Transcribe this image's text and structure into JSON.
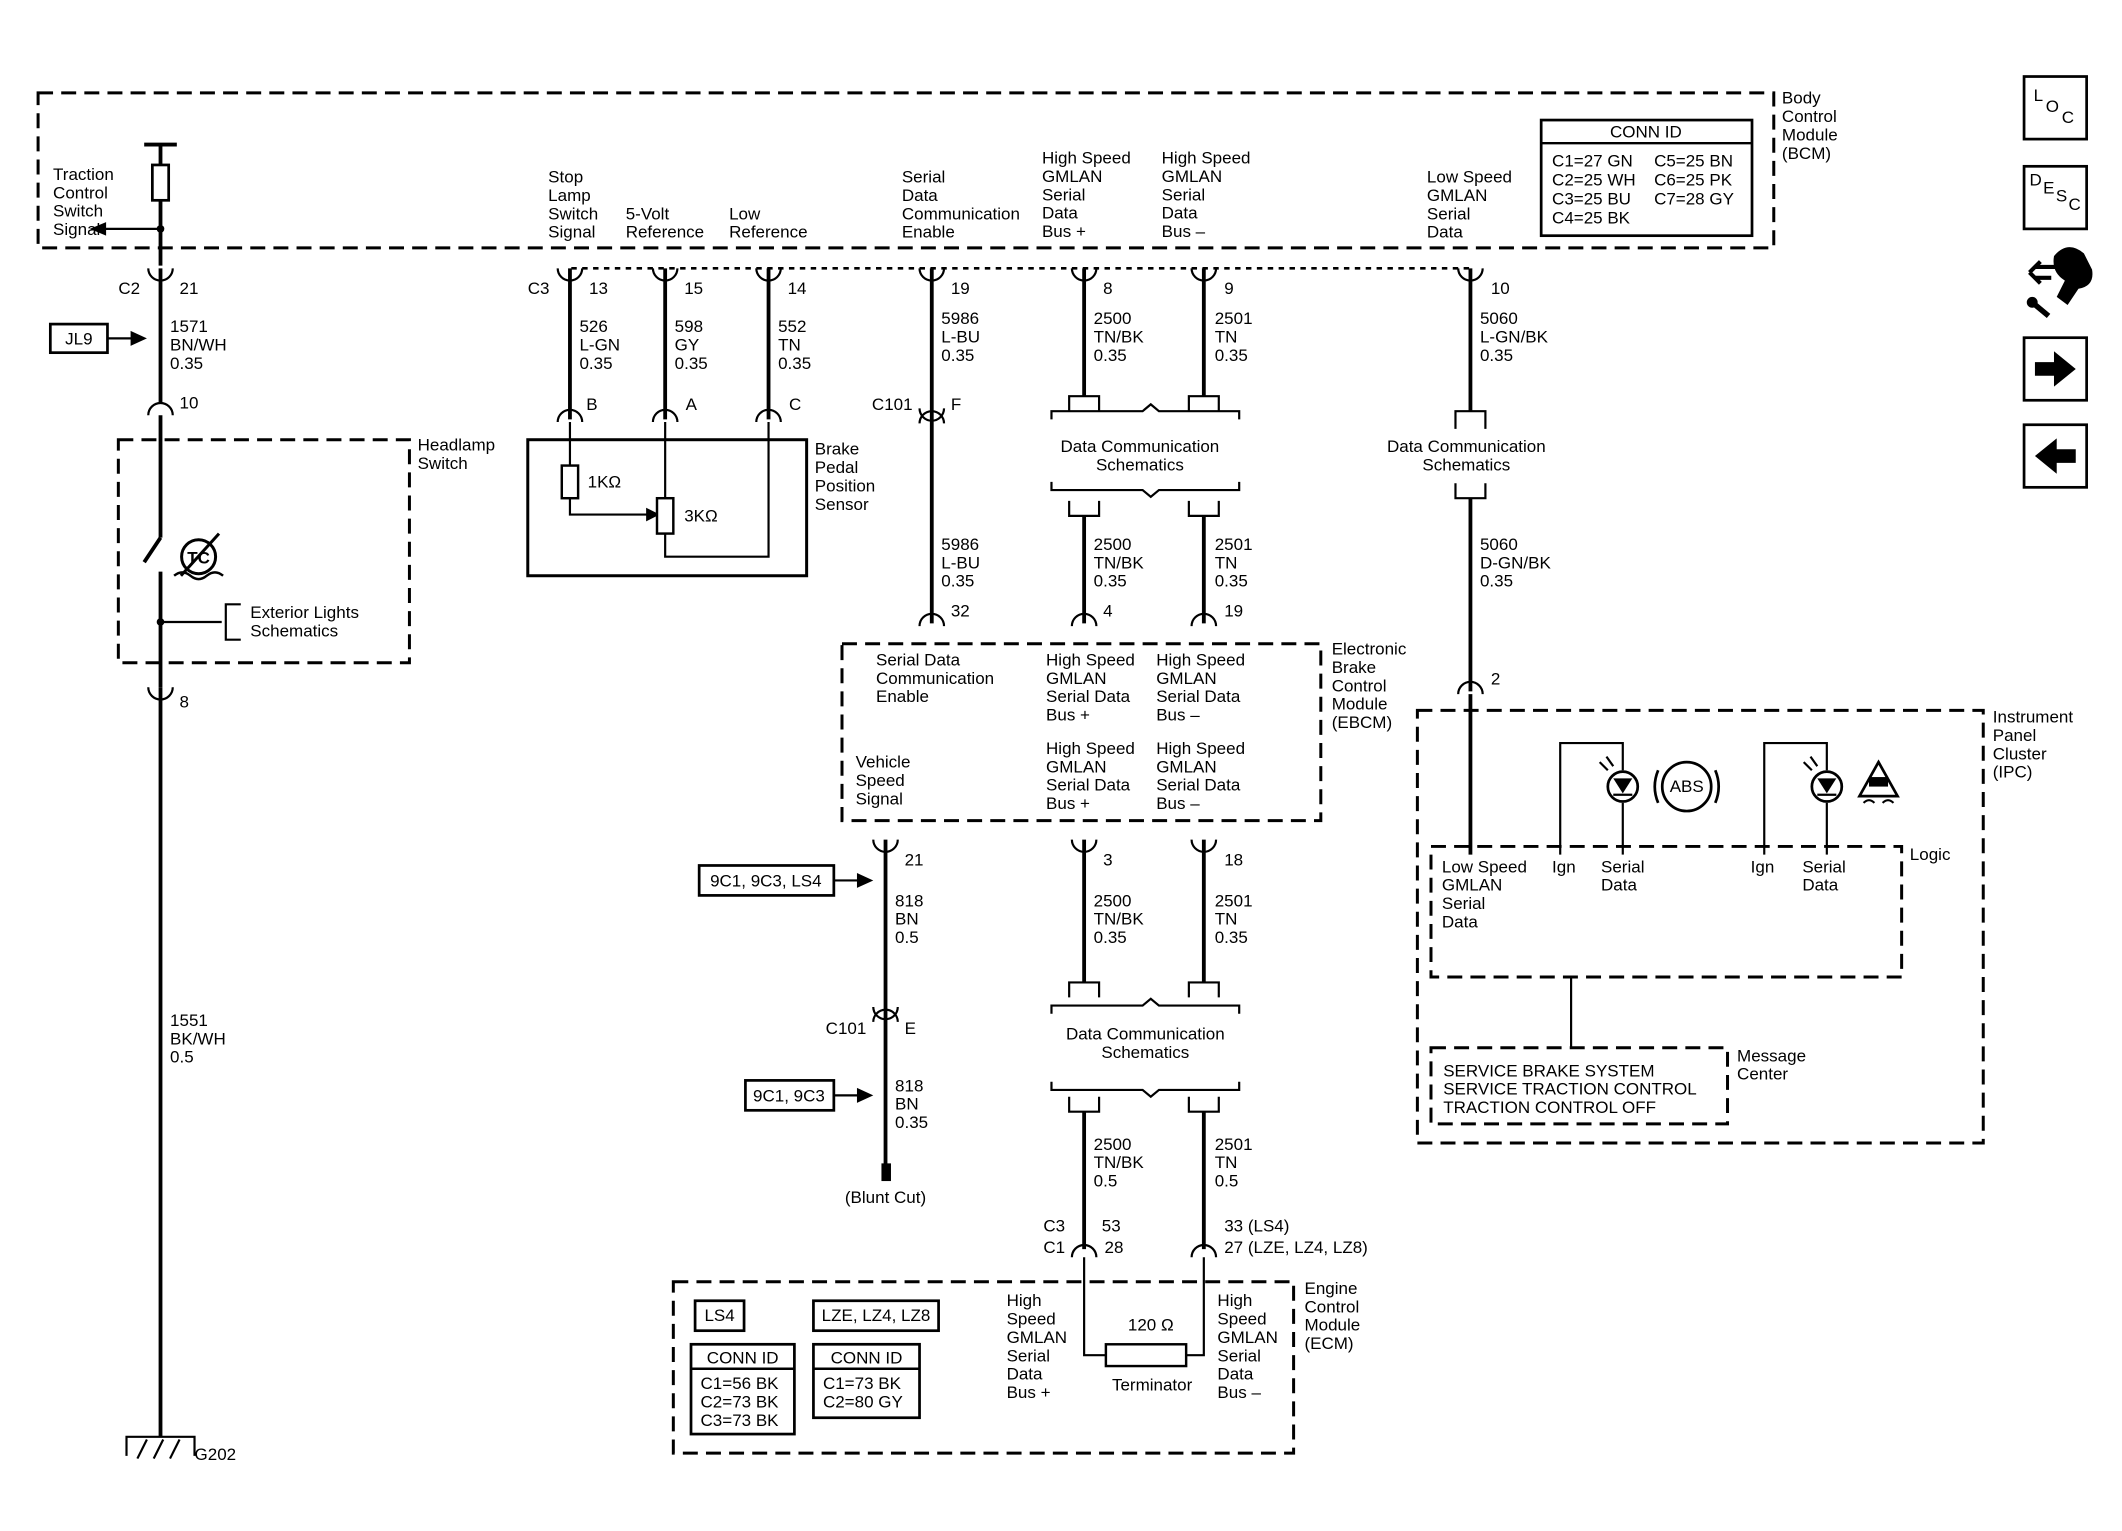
{
  "title": "",
  "bcm": {
    "label": [
      "Body",
      "Control",
      "Module",
      "(BCM)"
    ],
    "conn_id": {
      "title": "CONN ID",
      "rows": [
        [
          "C1=27 GN",
          "C5=25 BN"
        ],
        [
          "C2=25 WH",
          "C6=25 PK"
        ],
        [
          "C3=25 BU",
          "C7=28 GY"
        ],
        [
          "C4=25 BK",
          ""
        ]
      ]
    },
    "signals": {
      "traction": [
        "Traction",
        "Control",
        "Switch",
        "Signal"
      ],
      "stop_lamp": [
        "Stop",
        "Lamp",
        "Switch",
        "Signal"
      ],
      "five_volt": [
        "5-Volt",
        "Reference"
      ],
      "low_ref": [
        "Low",
        "Reference"
      ],
      "serial_enable": [
        "Serial",
        "Data",
        "Communication",
        "Enable"
      ],
      "hs_plus": [
        "High Speed",
        "GMLAN",
        "Serial",
        "Data",
        "Bus +"
      ],
      "hs_minus": [
        "High Speed",
        "GMLAN",
        "Serial",
        "Data",
        "Bus –"
      ],
      "ls": [
        "Low Speed",
        "GMLAN",
        "Serial",
        "Data"
      ]
    }
  },
  "connectors": {
    "c2": "C2",
    "c3": "C3",
    "c101_top": "C101",
    "c101_bottom": "C101",
    "ecm_c3": "C3",
    "ecm_c1": "C1"
  },
  "pins": {
    "c2_21": "21",
    "hl_10": "10",
    "hl_8": "8",
    "c3_13": "13",
    "c3_15": "15",
    "c3_14": "14",
    "bcm_19": "19",
    "bcm_8": "8",
    "bcm_9": "9",
    "bcm_10": "10",
    "bpps_b": "B",
    "bpps_a": "A",
    "bpps_c": "C",
    "c101_f": "F",
    "ebcm_32": "32",
    "ebcm_4": "4",
    "ebcm_19": "19",
    "ebcm_21": "21",
    "ebcm_3": "3",
    "ebcm_18": "18",
    "c101_e": "E",
    "ipc_2": "2",
    "ecm_53": "53",
    "ecm_28": "28",
    "ecm_33": "33 (LS4)",
    "ecm_27": "27 (LZE, LZ4, LZ8)"
  },
  "wires": {
    "w1571": [
      "1571",
      "BN/WH",
      "0.35"
    ],
    "w1551": [
      "1551",
      "BK/WH",
      "0.5"
    ],
    "w526": [
      "526",
      "L-GN",
      "0.35"
    ],
    "w598": [
      "598",
      "GY",
      "0.35"
    ],
    "w552": [
      "552",
      "TN",
      "0.35"
    ],
    "w5986a": [
      "5986",
      "L-BU",
      "0.35"
    ],
    "w5986b": [
      "5986",
      "L-BU",
      "0.35"
    ],
    "w2500a": [
      "2500",
      "TN/BK",
      "0.35"
    ],
    "w2501a": [
      "2501",
      "TN",
      "0.35"
    ],
    "w2500b": [
      "2500",
      "TN/BK",
      "0.35"
    ],
    "w2501b": [
      "2501",
      "TN",
      "0.35"
    ],
    "w2500c": [
      "2500",
      "TN/BK",
      "0.35"
    ],
    "w2501c": [
      "2501",
      "TN",
      "0.35"
    ],
    "w2500d": [
      "2500",
      "TN/BK",
      "0.5"
    ],
    "w2501d": [
      "2501",
      "TN",
      "0.5"
    ],
    "w5060a": [
      "5060",
      "L-GN/BK",
      "0.35"
    ],
    "w5060b": [
      "5060",
      "D-GN/BK",
      "0.35"
    ],
    "w818a": [
      "818",
      "BN",
      "0.5"
    ],
    "w818b": [
      "818",
      "BN",
      "0.35"
    ]
  },
  "refs": {
    "jl9": "JL9",
    "opt1": "9C1, 9C3, LS4",
    "opt2": "9C1, 9C3",
    "blunt_cut": "(Blunt Cut)",
    "ground": "G202"
  },
  "headlamp": {
    "label": [
      "Headlamp",
      "Switch"
    ],
    "ext": [
      "Exterior Lights",
      "Schematics"
    ]
  },
  "bpps": {
    "label": [
      "Brake",
      "Pedal",
      "Position",
      "Sensor"
    ],
    "r1": "1KΩ",
    "r2": "3KΩ"
  },
  "datacomm": {
    "a": [
      "Data Communication",
      "Schematics"
    ],
    "b": [
      "Data Communication",
      "Schematics"
    ],
    "c": [
      "Data Communication",
      "Schematics"
    ]
  },
  "ebcm": {
    "label": [
      "Electronic",
      "Brake",
      "Control",
      "Module",
      "(EBCM)"
    ],
    "enable": [
      "Serial Data",
      "Communication",
      "Enable"
    ],
    "hs1p": [
      "High Speed",
      "GMLAN",
      "Serial Data",
      "Bus +"
    ],
    "hs1m": [
      "High Speed",
      "GMLAN",
      "Serial Data",
      "Bus –"
    ],
    "hs2p": [
      "High Speed",
      "GMLAN",
      "Serial Data",
      "Bus +"
    ],
    "hs2m": [
      "High Speed",
      "GMLAN",
      "Serial Data",
      "Bus –"
    ],
    "vss": [
      "Vehicle",
      "Speed",
      "Signal"
    ]
  },
  "ipc": {
    "label": [
      "Instrument",
      "Panel",
      "Cluster",
      "(IPC)"
    ],
    "logic": "Logic",
    "ls": [
      "Low Speed",
      "GMLAN",
      "Serial",
      "Data"
    ],
    "ign1": "Ign",
    "sd1": [
      "Serial",
      "Data"
    ],
    "ign2": "Ign",
    "sd2": [
      "Serial",
      "Data"
    ],
    "abs": "ABS",
    "message_center": [
      "Message",
      "Center"
    ],
    "messages": [
      "SERVICE BRAKE SYSTEM",
      "SERVICE TRACTION CONTROL",
      "TRACTION CONTROL OFF"
    ]
  },
  "ecm": {
    "label": [
      "Engine",
      "Control",
      "Module",
      "(ECM)"
    ],
    "ls4": "LS4",
    "lz": "LZE, LZ4, LZ8",
    "conn_ls4": {
      "title": "CONN ID",
      "rows": [
        "C1=56 BK",
        "C2=73 BK",
        "C3=73 BK"
      ]
    },
    "conn_lz": {
      "title": "CONN ID",
      "rows": [
        "C1=73 BK",
        "C2=80 GY"
      ]
    },
    "hsp": [
      "High",
      "Speed",
      "GMLAN",
      "Serial",
      "Data",
      "Bus +"
    ],
    "hsm": [
      "High",
      "Speed",
      "GMLAN",
      "Serial",
      "Data",
      "Bus –"
    ],
    "res": "120 Ω",
    "terminator": "Terminator"
  },
  "nav": [
    {
      "name": "loc-button",
      "icon": "loc-icon",
      "letters": [
        "L",
        "O",
        "C"
      ]
    },
    {
      "name": "desc-button",
      "icon": "desc-icon",
      "letters": [
        "D",
        "E",
        "S",
        "C"
      ]
    },
    {
      "name": "tools-button",
      "icon": "tools-icon"
    },
    {
      "name": "next-button",
      "icon": "arrow-right-icon"
    },
    {
      "name": "prev-button",
      "icon": "arrow-left-icon"
    }
  ]
}
